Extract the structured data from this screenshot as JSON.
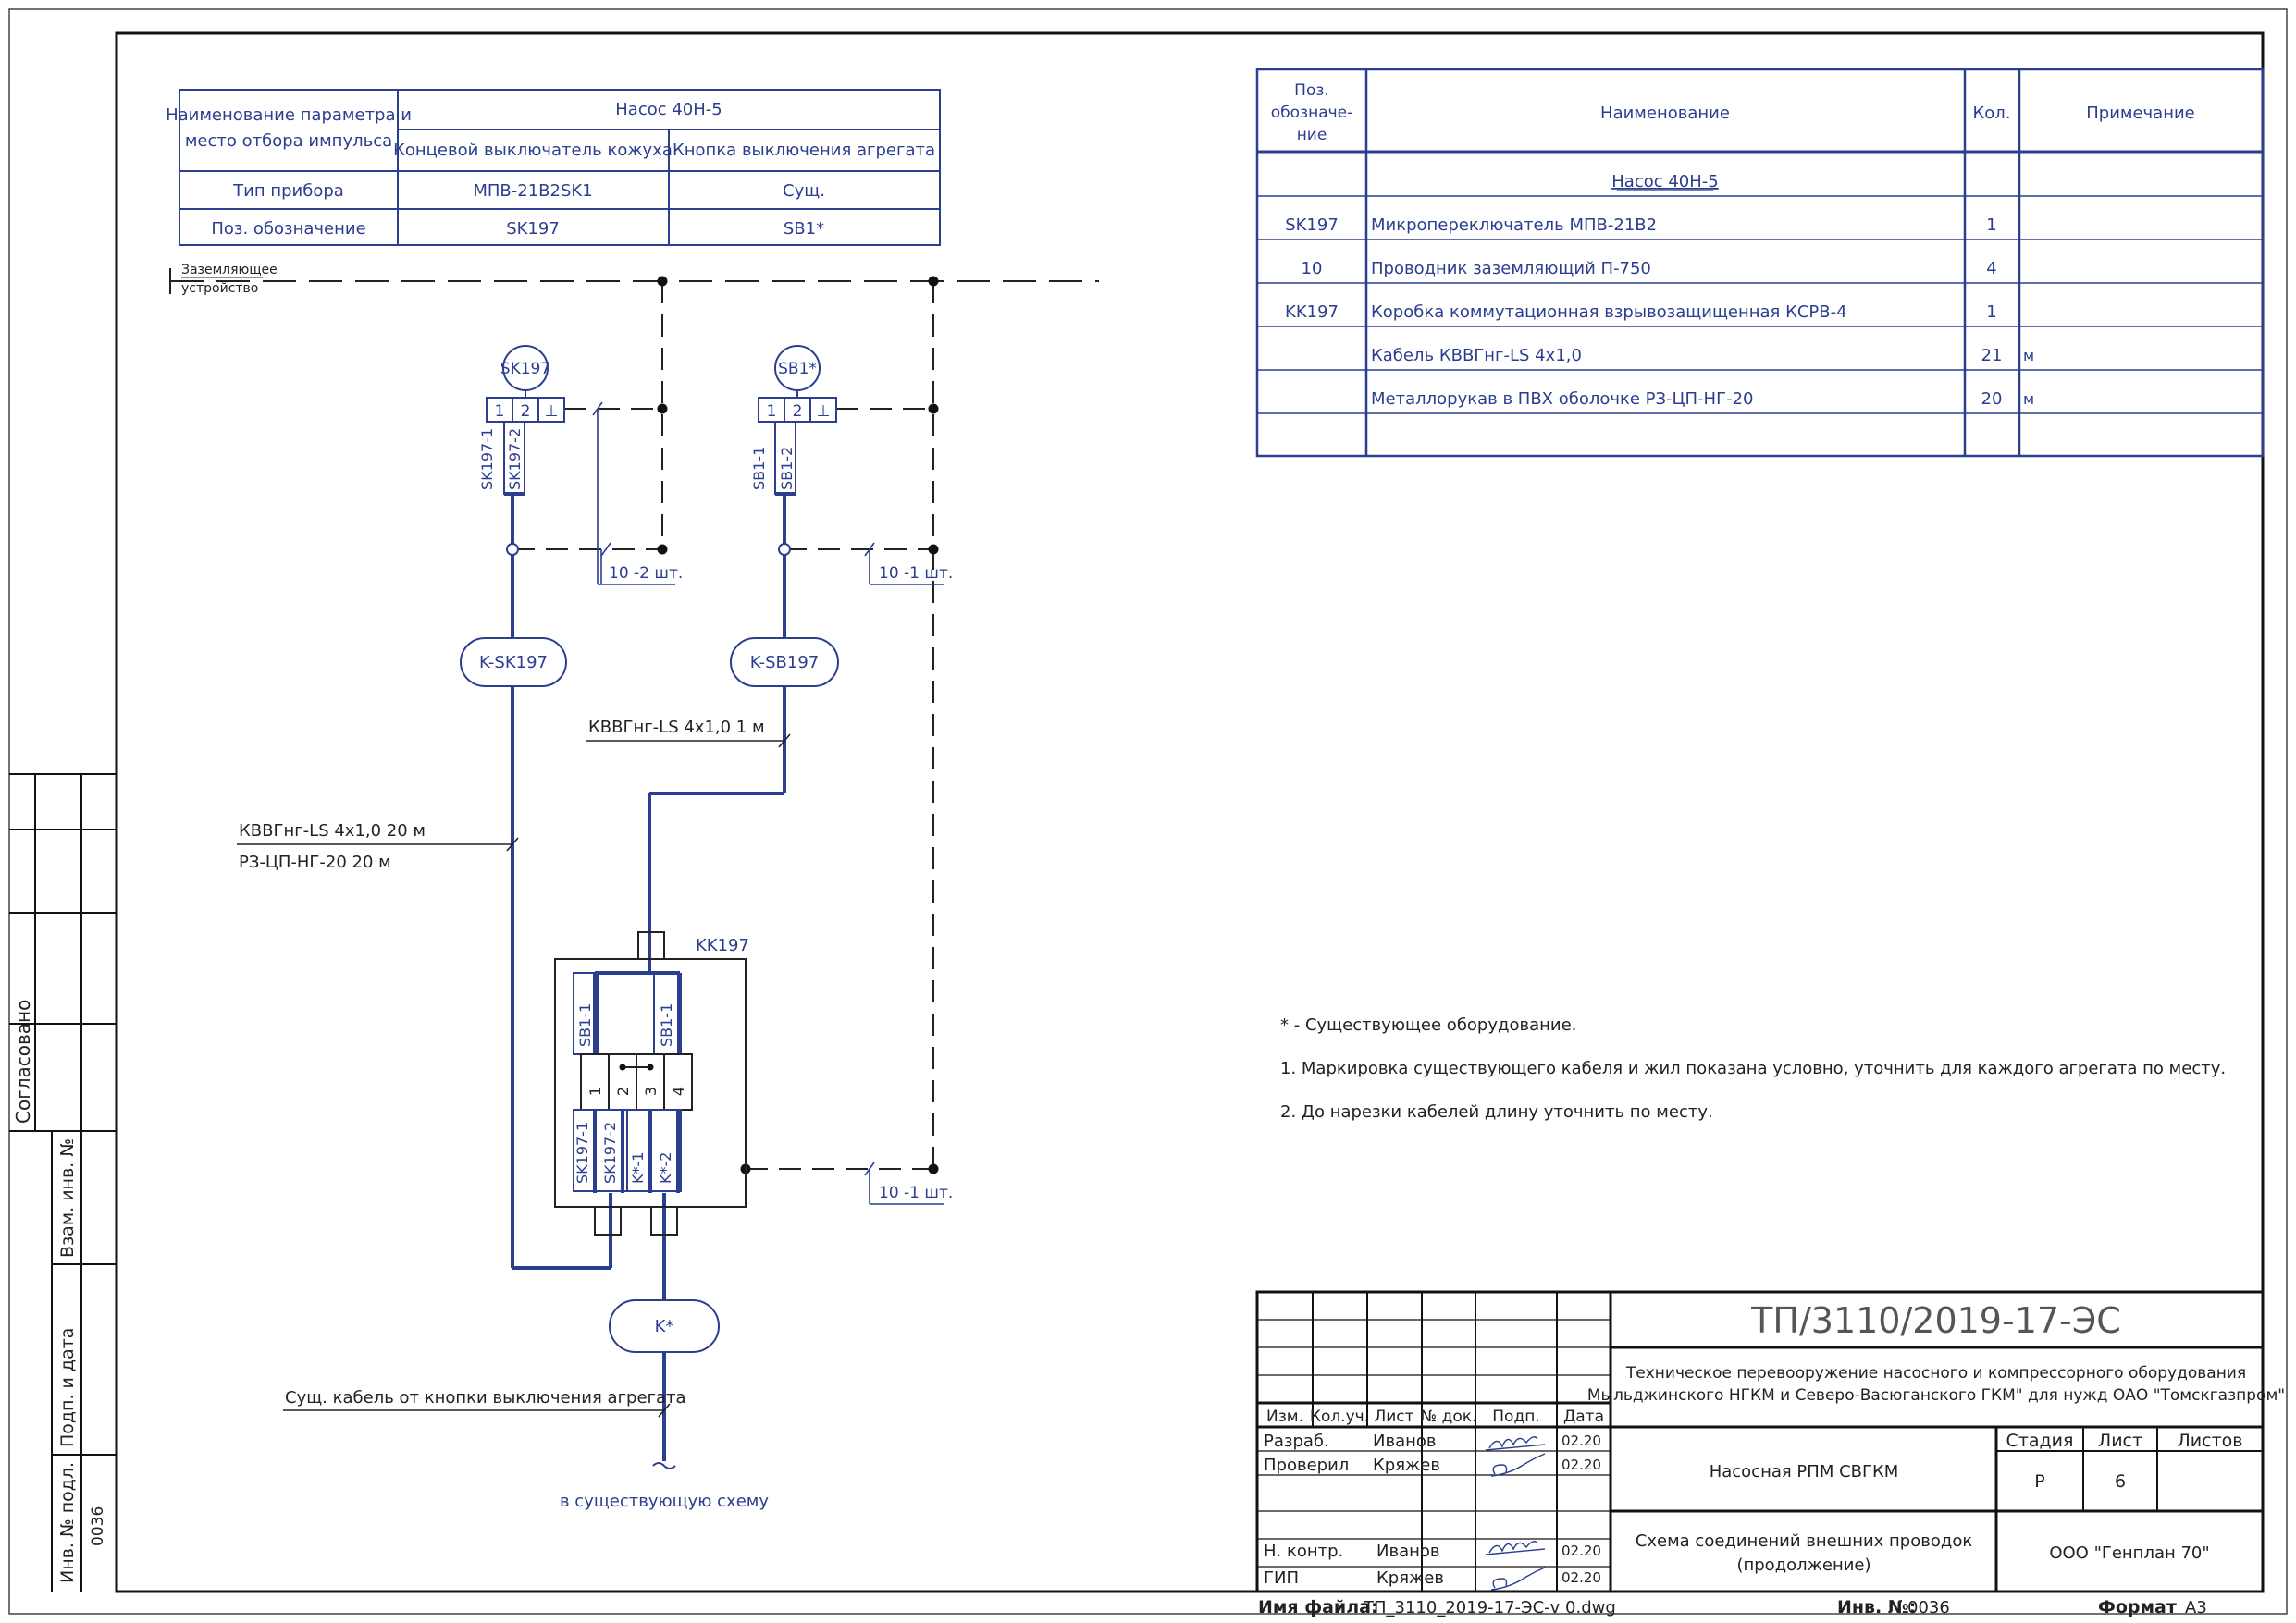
{
  "param_table": {
    "col1_line1": "Наименование параметра и",
    "col1_line2": "место отбора импульса",
    "group_header": "Насос 40Н-5",
    "sub_header_1": "Концевой выключатель кожуха",
    "sub_header_2": "Кнопка выключения агрегата",
    "row_type_label": "Тип прибора",
    "row_type_1": "МПВ-21В2SK1",
    "row_type_2": "Сущ.",
    "row_pos_label": "Поз. обозначение",
    "row_pos_1": "SK197",
    "row_pos_2": "SB1*"
  },
  "ground": {
    "line1": "Заземляющее",
    "line2": "устройство"
  },
  "diagram": {
    "dev_sk": "SK197",
    "dev_sb": "SB1*",
    "term_1": "1",
    "term_2": "2",
    "term_gnd": "⊥",
    "wire_sk1": "SK197-1",
    "wire_sk2": "SK197-2",
    "wire_sb1": "SB1-1",
    "wire_sb2": "SB1-2",
    "gnd_note_2": "10 -2 шт.",
    "gnd_note_1a": "10 -1 шт.",
    "gnd_note_1b": "10 -1 шт.",
    "cable_ksk": "K-SK197",
    "cable_ksb": "K-SB197",
    "cable_sb_label": "КВВГнг-LS 4x1,0   1 м",
    "cable_sk_label1": "КВВГнг-LS 4x1,0   20 м",
    "cable_sk_label2": "РЗ-ЦП-НГ-20   20 м",
    "box_name": "KK197",
    "kk_term_1": "1",
    "kk_term_2": "2",
    "kk_term_3": "3",
    "kk_term_4": "4",
    "kk_top_sb1": "SB1-1",
    "kk_top_sb1b": "SB1-1",
    "kk_bot_sk1": "SK197-1",
    "kk_bot_sk2": "SK197-2",
    "kk_bot_k1": "K*-1",
    "kk_bot_k2": "K*-2",
    "cable_k": "K*",
    "existing_cable_label": "Сущ. кабель от кнопки выключения агрегата",
    "to_existing": "в существующую схему"
  },
  "spec_table": {
    "h_pos_1": "Поз.",
    "h_pos_2": "обозначе-",
    "h_pos_3": "ние",
    "h_name": "Наименование",
    "h_qty": "Кол.",
    "h_note": "Примечание",
    "rows": [
      {
        "pos": "",
        "name": "Насос 40Н-5",
        "qty": "",
        "note": ""
      },
      {
        "pos": "SK197",
        "name": "Микропереключатель МПВ-21В2",
        "qty": "1",
        "note": ""
      },
      {
        "pos": "10",
        "name": "Проводник заземляющий П-750",
        "qty": "4",
        "note": ""
      },
      {
        "pos": "KK197",
        "name": "Коробка коммутационная взрывозащищенная КСРВ-4",
        "qty": "1",
        "note": ""
      },
      {
        "pos": "",
        "name": "Кабель КВВГнг-LS 4x1,0",
        "qty": "21",
        "note": "м"
      },
      {
        "pos": "",
        "name": "Металлорукав в ПВХ оболочке РЗ-ЦП-НГ-20",
        "qty": "20",
        "note": "м"
      }
    ]
  },
  "notes": [
    "* - Существующее оборудование.",
    "1. Маркировка существующего кабеля и жил показана условно, уточнить для каждого агрегата по месту.",
    "2. До нарезки кабелей длину уточнить по месту."
  ],
  "side": {
    "agreed": "Согласовано",
    "vzam": "Взам. инв. №",
    "podp": "Подп. и дата",
    "inv": "Инв. № подл.",
    "inv_value": "0036"
  },
  "title_block": {
    "code": "ТП/3110/2019-17-ЭС",
    "project_line1": "Техническое перевооружение насосного и компрессорного оборудования",
    "project_line2": "Мыльджинского НГКМ и Северо-Васюганского ГКМ\" для нужд ОАО \"Томскгазпром\"",
    "h_izm": "Изм.",
    "h_koluch": "Кол.уч.",
    "h_list": "Лист",
    "h_ndok": "№ док.",
    "h_podp": "Подп.",
    "h_data": "Дата",
    "r1_role": "Разраб.",
    "r1_name": "Иванов",
    "r1_date": "02.20",
    "r2_role": "Проверил",
    "r2_name": "Кряжев",
    "r2_date": "02.20",
    "r3_role": "Н. контр.",
    "r3_name": "Иванов",
    "r3_date": "02.20",
    "r4_role": "ГИП",
    "r4_name": "Кряжев",
    "r4_date": "02.20",
    "object": "Насосная РПМ СВГКМ",
    "stage_h": "Стадия",
    "sheet_h": "Лист",
    "sheets_h": "Листов",
    "stage": "Р",
    "sheet": "6",
    "sheets": "",
    "doc_line1": "Схема соединений внешних проводок",
    "doc_line2": "(продолжение)",
    "company": "ООО \"Генплан 70\""
  },
  "footer": {
    "file_label": "Имя файла:",
    "file_name": "ТП_3110_2019-17-ЭС-v 0.dwg",
    "inv_label": "Инв. №:",
    "inv_value": "0036",
    "format_label": "Формат",
    "format_value": "А3"
  }
}
